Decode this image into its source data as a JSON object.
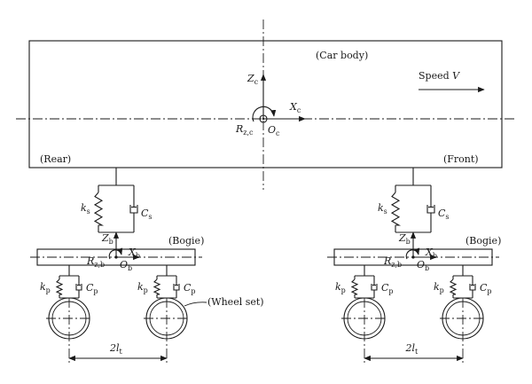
{
  "car_body": {
    "label": "(Car body)",
    "rear_label": "(Rear)",
    "front_label": "(Front)",
    "speed": {
      "text": "Speed ",
      "var": "V"
    },
    "axes": {
      "z": {
        "main": "Z",
        "sub": "c"
      },
      "x": {
        "main": "X",
        "sub": "c"
      },
      "origin": {
        "main": "O",
        "sub": "c"
      },
      "rot": {
        "main": "R",
        "sub": "z,c"
      }
    }
  },
  "secondary_suspension": {
    "spring": {
      "main": "k",
      "sub": "s"
    },
    "damper": {
      "main": "C",
      "sub": "s"
    }
  },
  "bogies": [
    {
      "label": "(Bogie)",
      "axes": {
        "z": {
          "main": "Z",
          "sub": "b"
        },
        "x": {
          "main": "X",
          "sub": "b"
        },
        "origin": {
          "main": "O",
          "sub": "b"
        },
        "rot": {
          "main": "R",
          "sub": "z,b"
        }
      },
      "primary": [
        {
          "spring": {
            "main": "k",
            "sub": "p"
          },
          "damper": {
            "main": "C",
            "sub": "p"
          }
        },
        {
          "spring": {
            "main": "k",
            "sub": "p"
          },
          "damper": {
            "main": "C",
            "sub": "p"
          }
        }
      ],
      "wheelbase": {
        "main": "2l",
        "sub": "t"
      }
    },
    {
      "label": "(Bogie)",
      "axes": {
        "z": {
          "main": "Z",
          "sub": "b"
        },
        "x": {
          "main": "X",
          "sub": "b"
        },
        "origin": {
          "main": "O",
          "sub": "b"
        },
        "rot": {
          "main": "R",
          "sub": "z,b"
        }
      },
      "primary": [
        {
          "spring": {
            "main": "k",
            "sub": "p"
          },
          "damper": {
            "main": "C",
            "sub": "p"
          }
        },
        {
          "spring": {
            "main": "k",
            "sub": "p"
          },
          "damper": {
            "main": "C",
            "sub": "p"
          }
        }
      ],
      "wheelbase": {
        "main": "2l",
        "sub": "t"
      }
    }
  ],
  "wheel_set_label": "(Wheel set)"
}
